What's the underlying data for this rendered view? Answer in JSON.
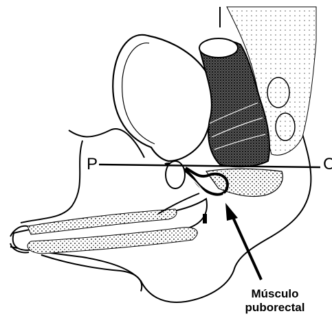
{
  "labels": {
    "point_p": "P",
    "point_c": "C"
  },
  "caption": {
    "line1": "Músculo",
    "line2": "puborectal"
  },
  "colors": {
    "ink": "#000000",
    "background": "#ffffff"
  }
}
